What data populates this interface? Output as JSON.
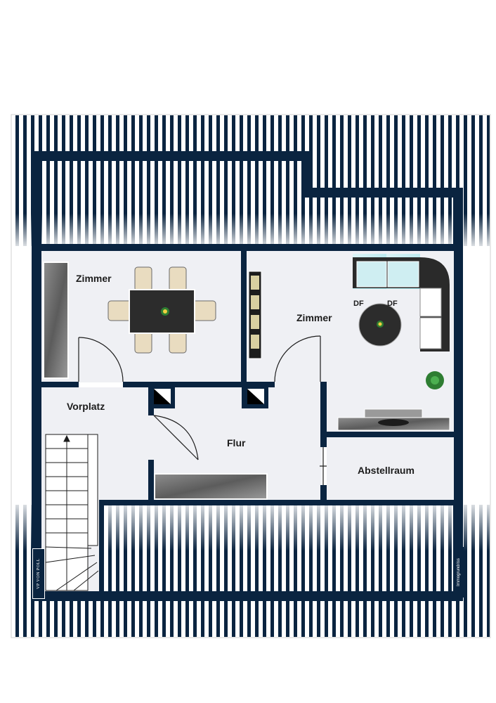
{
  "rooms": {
    "zimmer_left": "Zimmer",
    "zimmer_right": "Zimmer",
    "vorplatz": "Vorplatz",
    "flur": "Flur",
    "abstellraum": "Abstellraum"
  },
  "markers": {
    "df_1": "DF",
    "df_2": "DF"
  },
  "branding": {
    "logo_text": "VP VON POLL",
    "credit_text": "Immogrundriss"
  },
  "colors": {
    "wall": "#0a2440",
    "floor": "#eff0f4",
    "roof_stripe": "#0a2440"
  }
}
